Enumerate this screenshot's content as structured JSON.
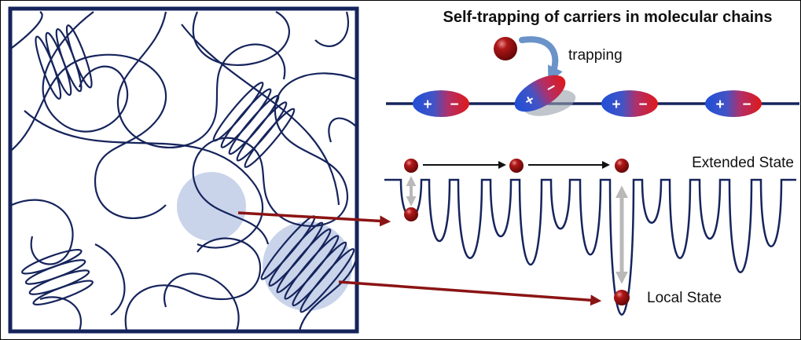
{
  "title": "Self-trapping of carriers in molecular chains",
  "labels": {
    "trapping": "trapping",
    "extended_state": "Extended State",
    "local_state": "Local State"
  },
  "chain": {
    "ellipses": [
      {
        "plus": "+",
        "minus": "−"
      },
      {
        "plus": "+",
        "minus": "−"
      },
      {
        "plus": "+",
        "minus": "−"
      },
      {
        "plus": "+",
        "minus": "−"
      }
    ]
  },
  "colors": {
    "navy": "#16245c",
    "pointer_arrow_red": "#8b1414",
    "carrier_sphere_red": "#8f0f0f",
    "highlight_circle_blue": "#bcc9e6",
    "trapping_arrow_blue": "#6b93c9",
    "transition_arrow_gray": "#b9b9b9",
    "dipole_blue": "#2050d0",
    "dipole_red": "#dd1a1a"
  }
}
